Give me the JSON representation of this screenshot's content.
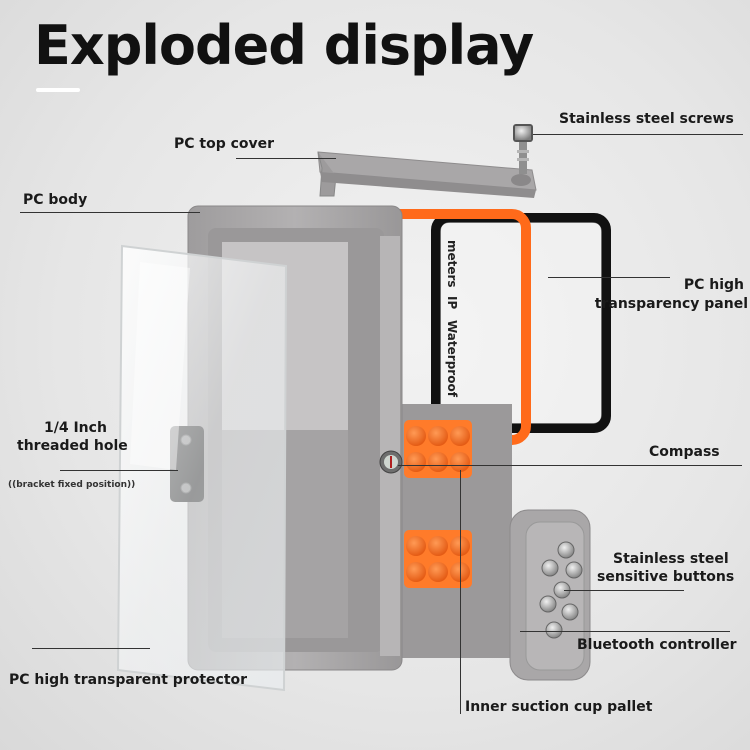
{
  "title": "Exploded display",
  "labels": {
    "screws": "Stainless steel screws",
    "top_cover": "PC top cover",
    "body": "PC body",
    "panel_line1": "PC high",
    "panel_line2": "transparency panel",
    "hole_line1": "1/4 Inch",
    "hole_line2": "threaded hole",
    "hole_note": "((bracket fixed position))",
    "compass": "Compass",
    "buttons_line1": "Stainless steel",
    "buttons_line2": "sensitive buttons",
    "bluetooth": "Bluetooth controller",
    "protector": "PC high transparent protector",
    "pallet": "Inner suction cup pallet"
  },
  "gasket_text": [
    "Waterproof",
    "IP",
    "meters"
  ],
  "colors": {
    "body": "#a8a6a7",
    "orange": "#ff6a1a",
    "gasket": "#111111",
    "background": "#e6e6e6"
  }
}
